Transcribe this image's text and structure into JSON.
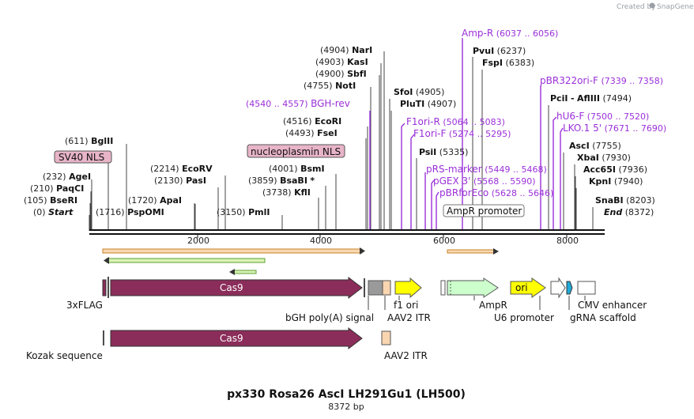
{
  "credit": {
    "text": "Created by",
    "brand": "SnapGene"
  },
  "title": "px330 Rosa26 AscI LH291Gu1 (LH500)",
  "subtitle": "8372 bp",
  "ruler": [
    "2000",
    "4000",
    "6000",
    "8000"
  ],
  "sites": {
    "start": {
      "pos": "(0)",
      "name": "Start"
    },
    "bseri": {
      "pos": "(105)",
      "name": "BseRI"
    },
    "paqci": {
      "pos": "(210)",
      "name": "PaqCI"
    },
    "agei": {
      "pos": "(232)",
      "name": "AgeI"
    },
    "bglii": {
      "pos": "(611)",
      "name": "BglII"
    },
    "pspomi": {
      "pos": "(1716)",
      "name": "PspOMI"
    },
    "apai": {
      "pos": "(1720)",
      "name": "ApaI"
    },
    "pasi": {
      "pos": "(2130)",
      "name": "PasI"
    },
    "ecorv": {
      "pos": "(2214)",
      "name": "EcoRV"
    },
    "pmli": {
      "pos": "(3150)",
      "name": "PmlI"
    },
    "kfli": {
      "pos": "(3738)",
      "name": "KflI"
    },
    "bsabi": {
      "pos": "(3859)",
      "name": "BsaBI",
      "mark": "*"
    },
    "bsmi": {
      "pos": "(4001)",
      "name": "BsmI"
    },
    "fsei": {
      "pos": "(4493)",
      "name": "FseI"
    },
    "ecori": {
      "pos": "(4516)",
      "name": "EcoRI"
    },
    "noti": {
      "pos": "(4755)",
      "name": "NotI"
    },
    "sbfi": {
      "pos": "(4900)",
      "name": "SbfI"
    },
    "kasi": {
      "pos": "(4903)",
      "name": "KasI"
    },
    "nari": {
      "pos": "(4904)",
      "name": "NarI"
    },
    "sfoi": {
      "pos": "(4905)",
      "name": "SfoI"
    },
    "pluti": {
      "pos": "(4907)",
      "name": "PluTI"
    },
    "psii": {
      "pos": "(5335)",
      "name": "PsiI"
    },
    "pvui": {
      "pos": "(6237)",
      "name": "PvuI"
    },
    "fspi": {
      "pos": "(6383)",
      "name": "FspI"
    },
    "pcii_afliii": {
      "name1": "PciI",
      "dash": "-",
      "name2": "AflIII",
      "pos": "(7494)"
    },
    "asci": {
      "name": "AscI",
      "pos": "(7755)"
    },
    "xbai": {
      "name": "XbaI",
      "pos": "(7930)"
    },
    "acc65i": {
      "name": "Acc65I",
      "pos": "(7936)"
    },
    "kpni": {
      "name": "KpnI",
      "pos": "(7940)"
    },
    "snabi": {
      "name": "SnaBI",
      "pos": "(8203)"
    },
    "end": {
      "name": "End",
      "pos": "(8372)"
    }
  },
  "primers": {
    "bgh_rev": {
      "range": "(4540 .. 4557)",
      "name": "BGH-rev"
    },
    "amp_r": {
      "name": "Amp-R",
      "range": "(6037 .. 6056)"
    },
    "pbr322ori_f": {
      "name": "pBR322ori-F",
      "range": "(7339 .. 7358)"
    },
    "f1ori_r": {
      "name": "F1ori-R",
      "range": "(5064 .. 5083)"
    },
    "f1ori_f": {
      "name": "F1ori-F",
      "range": "(5274 .. 5295)"
    },
    "hu6_f": {
      "name": "hU6-F",
      "range": "(7500 .. 7520)"
    },
    "lko1_5": {
      "name": "LKO.1 5'",
      "range": "(7671 .. 7690)"
    },
    "prs_marker": {
      "name": "pRS-marker",
      "range": "(5449 .. 5468)"
    },
    "pgex_3": {
      "name": "pGEX 3'",
      "range": "(5568 .. 5590)"
    },
    "pbrforeco": {
      "name": "pBRforEco",
      "range": "(5628 .. 5646)"
    }
  },
  "boxed": {
    "sv40_nls": "SV40 NLS",
    "nucleoplasmin_nls": "nucleoplasmin NLS",
    "ampr_promoter": "AmpR promoter"
  },
  "features": {
    "cas9": "Cas9",
    "cas9_2": "Cas9",
    "ori": "ori",
    "flag": "3xFLAG",
    "bgh": "bGH poly(A) signal",
    "f1ori": "f1 ori",
    "aav2_itr": "AAV2 ITR",
    "ampr": "AmpR",
    "u6": "U6 promoter",
    "grna": "gRNA scaffold",
    "cmv": "CMV enhancer",
    "kozak": "Kozak sequence",
    "aav2_itr_2": "AAV2 ITR"
  },
  "colors": {
    "cas9": "#8b2d5a",
    "purple_label": "#9b30d9",
    "ori": "#ffff00",
    "f1ori": "#ffff00",
    "ampr": "#ccffcc",
    "aav2_itr": "#f9d5b0",
    "bgh": "#9a9a9a",
    "grna": "#22a9d6",
    "translation_orange": "#c8802a",
    "translation_green": "#5aa02c",
    "nls_box": "#e8b4c8"
  }
}
